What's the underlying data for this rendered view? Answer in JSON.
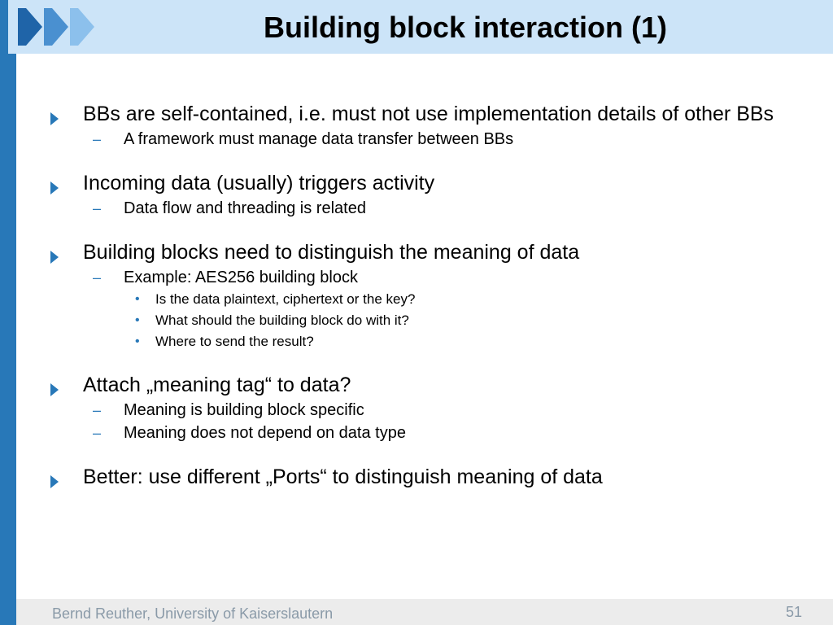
{
  "slide": {
    "title": "Building block interaction (1)",
    "colors": {
      "accent": "#2878b8",
      "header_bg": "#cce4f8",
      "footer_bg": "#ececec"
    },
    "bullets": [
      {
        "text": "BBs are self-contained, i.e. must not use implementation details of other BBs",
        "subs": [
          {
            "text": "A framework must manage data transfer between BBs",
            "subs": []
          }
        ]
      },
      {
        "text": "Incoming data (usually) triggers activity",
        "subs": [
          {
            "text": "Data flow and threading is related",
            "subs": []
          }
        ]
      },
      {
        "text": "Building blocks need to distinguish the meaning of data",
        "subs": [
          {
            "text": "Example: AES256 building block",
            "subs": [
              "Is the data plaintext, ciphertext or the key?",
              "What should the building block do with it?",
              "Where to send the result?"
            ]
          }
        ]
      },
      {
        "text": "Attach „meaning tag“ to data?",
        "subs": [
          {
            "text": "Meaning is building block specific",
            "subs": []
          },
          {
            "text": "Meaning does not depend on data type",
            "subs": []
          }
        ]
      },
      {
        "text": "Better: use different „Ports“ to distinguish meaning of data",
        "subs": []
      }
    ]
  },
  "footer": {
    "author": "Bernd Reuther, University of Kaiserslautern",
    "page_number": "51"
  }
}
